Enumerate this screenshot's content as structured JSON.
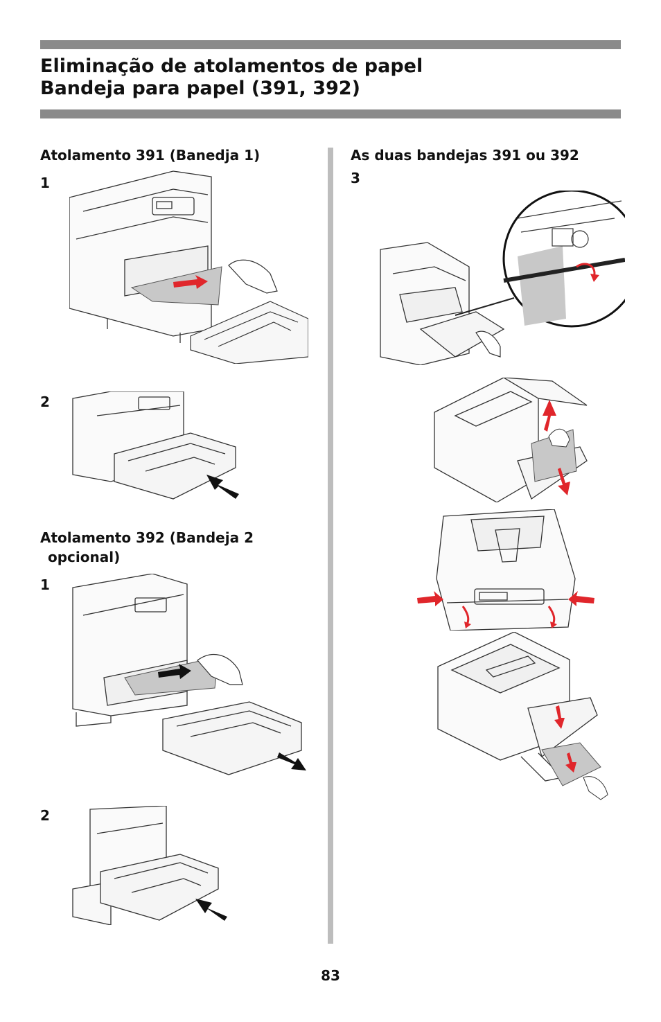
{
  "header": {
    "title_line1": "Eliminação de atolamentos de papel",
    "title_line2": "Bandeja para papel (391, 392)"
  },
  "left_column": {
    "section1": {
      "heading": "Atolamento 391 (Banedja 1)",
      "steps": [
        {
          "number": "1",
          "illustration": "paper-jam-tray1-pull-paper-illustration"
        },
        {
          "number": "2",
          "illustration": "tray1-push-in-illustration"
        }
      ]
    },
    "section2": {
      "heading_line1": "Atolamento 392 (Bandeja 2",
      "heading_line2": "opcional)",
      "steps": [
        {
          "number": "1",
          "illustration": "paper-jam-tray2-pull-paper-illustration"
        },
        {
          "number": "2",
          "illustration": "tray2-push-in-illustration"
        }
      ]
    }
  },
  "right_column": {
    "heading": "As duas bandejas 391 ou 392",
    "step_number": "3",
    "illustrations": [
      "side-cover-roller-detail-illustration",
      "side-cover-remove-paper-illustration",
      "front-cover-release-illustration",
      "rear-exit-paper-removal-illustration"
    ]
  },
  "footer": {
    "page_number": "83"
  },
  "colors": {
    "rule": "#8a8a8a",
    "divider": "#bdbdbd",
    "arrow_red": "#e0262b"
  }
}
